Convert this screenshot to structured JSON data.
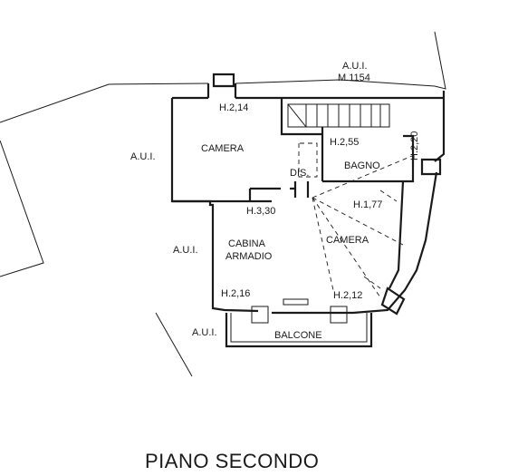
{
  "labels": {
    "aui_top": "A.U.I.",
    "m1154": "M.1154",
    "aui_left": "A.U.I.",
    "aui_mid": "A.U.I.",
    "aui_bottom": "A.U.I.",
    "h214": "H.2,14",
    "camera1": "CAMERA",
    "h255": "H.2,55",
    "h220": "H.2,20",
    "dis": "DIS.",
    "bagno": "BAGNO",
    "h330": "H.3,30",
    "h177": "H.1,77",
    "camera2": "CAMERA",
    "cabina": "CABINA",
    "armadio": "ARMADIO",
    "h216": "H.2,16",
    "h212": "H.2,12",
    "balcone": "BALCONE"
  },
  "title": "PIANO SECONDO"
}
